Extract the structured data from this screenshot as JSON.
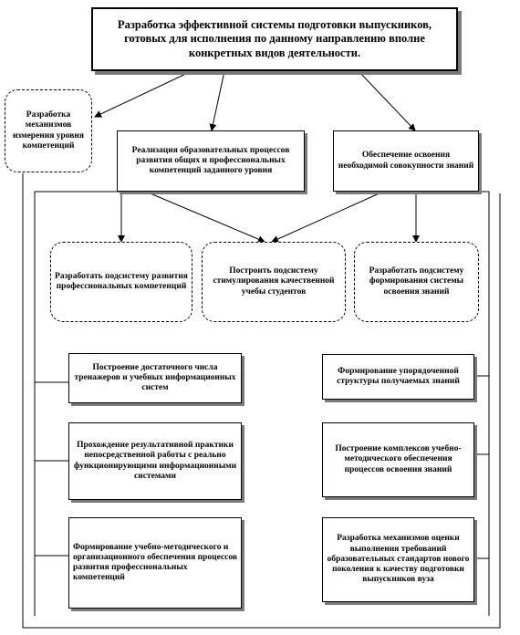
{
  "diagram": {
    "top_box": "Разработка эффективной системы подготовки выпускников, готовых для исполнения по данному направлению вполне конкретных видов деятельности.",
    "measure_box": "Разработка механизмов измерения уровня компетенций",
    "realization_box": "Реализация образовательных процессов развития общих и профессиональных компетенций заданного уровня",
    "knowledge_box": "Обеспечение освоения необходимой совокупности знаний",
    "subsystem_competence": "Разработать подсистему развития профессиональных компетенций",
    "subsystem_motivation": "Построить подсистему стимулирования качественной учебы студентов",
    "subsystem_knowledge": "Разработать подсистему формирования системы освоения знаний",
    "left_items": [
      "Построение достаточного числа тренажеров и учебных информационных систем",
      "Прохождение результативной практики непосредственной работы с реально функционирующими информационными системами",
      "Формирование учебно-методического и организационного обеспечения процессов развития профессиональных компетенций"
    ],
    "right_items": [
      "Формирование упорядоченной структуры получаемых знаний",
      "Построение комплексов учебно-методического обеспечения процессов освоения знаний",
      "Разработка механизмов оценки выполнения требований образовательных стандартов нового поколения к качеству подготовки выпускников вуза"
    ]
  }
}
